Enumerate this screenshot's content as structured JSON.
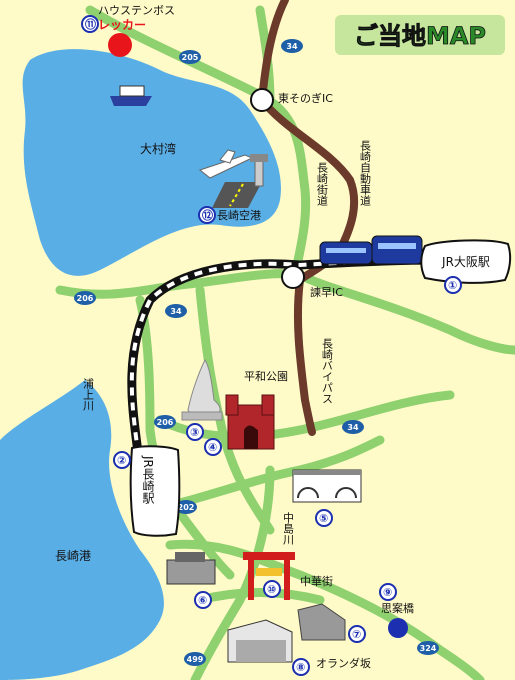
{
  "map": {
    "title": "ご当地MAP",
    "water": [
      "大村湾",
      "長崎港",
      "浦上川",
      "中島川"
    ],
    "roads": {
      "expressway": "長崎自動車道",
      "kaido": "長崎街道",
      "bypass": "長崎バイパス",
      "route_numbers": [
        "205",
        "34",
        "206",
        "34",
        "206",
        "202",
        "34",
        "499",
        "324"
      ]
    },
    "interchanges": [
      "東そのぎIC",
      "諫早IC"
    ],
    "places": {
      "huis_ten_bosch": "ハウステンボス",
      "wrecker": "レッカー",
      "airport": "長崎空港",
      "jr_osaka": "JR大阪駅",
      "jr_nagasaki": "JR長崎駅",
      "peace_park": "平和公園",
      "chinatown": "中華街",
      "shian_bashi": "思案橋",
      "dutch_slope": "オランダ坂"
    },
    "markers": [
      "①",
      "②",
      "③",
      "④",
      "⑤",
      "⑥",
      "⑦",
      "⑧",
      "⑨",
      "⑩",
      "⑪",
      "⑫"
    ],
    "colors": {
      "land": "#fffbc8",
      "sea": "#5aaee6",
      "road": "#8fd06f",
      "expressway": "#6b3a2a",
      "marker": "#1b2fb0",
      "wrecker": "#e8151b"
    }
  }
}
